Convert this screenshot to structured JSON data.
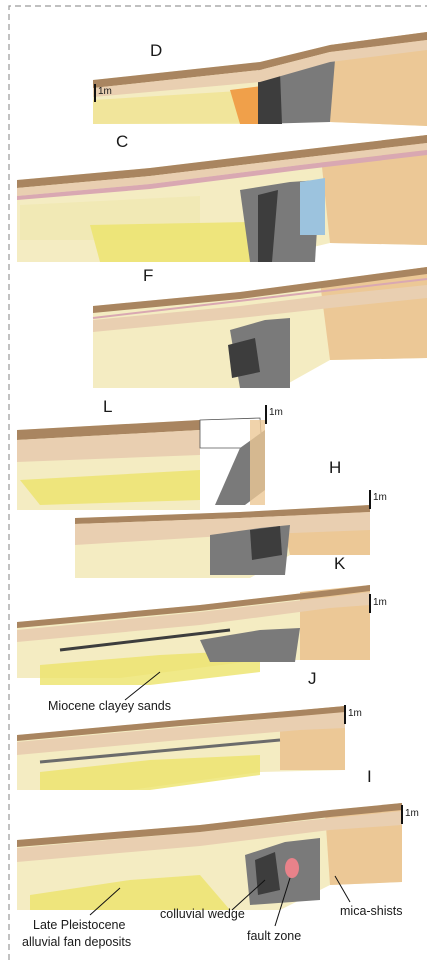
{
  "panel_ids": {
    "D": "D",
    "C": "C",
    "F": "F",
    "L": "L",
    "H": "H",
    "K": "K",
    "J": "J",
    "I": "I"
  },
  "scale_label": "1m",
  "annotations": {
    "miocene": "Miocene clayey sands",
    "late_pleistocene_line1": "Late Pleistocene",
    "late_pleistocene_line2": "alluvial fan deposits",
    "colluvial_wedge": "colluvial wedge",
    "fault_zone": "fault zone",
    "mica_shists": "mica-shists"
  },
  "colors": {
    "topsoil": "#a98560",
    "soil_light": "#e9cfb1",
    "pink_layer": "#d9a8b2",
    "sand_pale": "#f4ecc2",
    "sand_yellow": "#ece46a",
    "fault_gray": "#7a7a7a",
    "fault_dark": "#3d3d3d",
    "schist": "#ecc896",
    "border_dash": "#9a9a9a"
  }
}
